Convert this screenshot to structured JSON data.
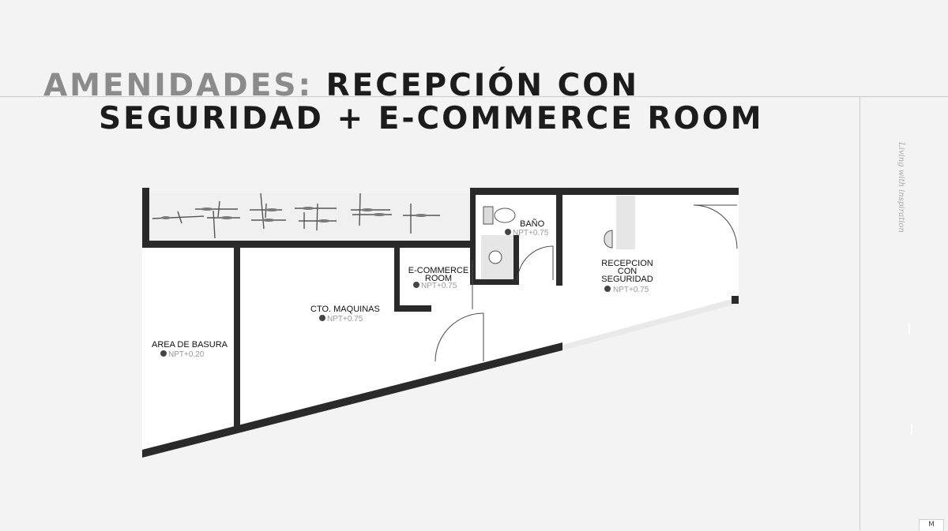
{
  "header": {
    "title_prefix": "AMENIDADES:",
    "title_line1": "RECEPCIÓN CON",
    "title_line2": "SEGURIDAD + E-COMMERCE ROOM"
  },
  "sidebar": {
    "tagline": "Living with inspiration"
  },
  "plan": {
    "rooms": {
      "bano": {
        "name": "BAÑO",
        "level": "NPT+0.75"
      },
      "ecommerce": {
        "name_line1": "E-COMMERCE",
        "name_line2": "ROOM",
        "level": "NPT+0.75"
      },
      "recepcion": {
        "name_line1": "RECEPCION",
        "name_line2": "CON",
        "name_line3": "SEGURIDAD",
        "level": "NPT+0.75"
      },
      "maquinas": {
        "name": "CTO. MAQUINAS",
        "level": "NPT+0.75"
      },
      "basura": {
        "name": "AREA DE BASURA",
        "level": "NPT+0.20"
      }
    }
  },
  "corner_badge": {
    "label": "M"
  },
  "colors": {
    "background": "#f3f3f3",
    "wall": "#2a2a2a",
    "title_dark": "#1c1c1c",
    "title_gray": "#8b8b8b"
  }
}
